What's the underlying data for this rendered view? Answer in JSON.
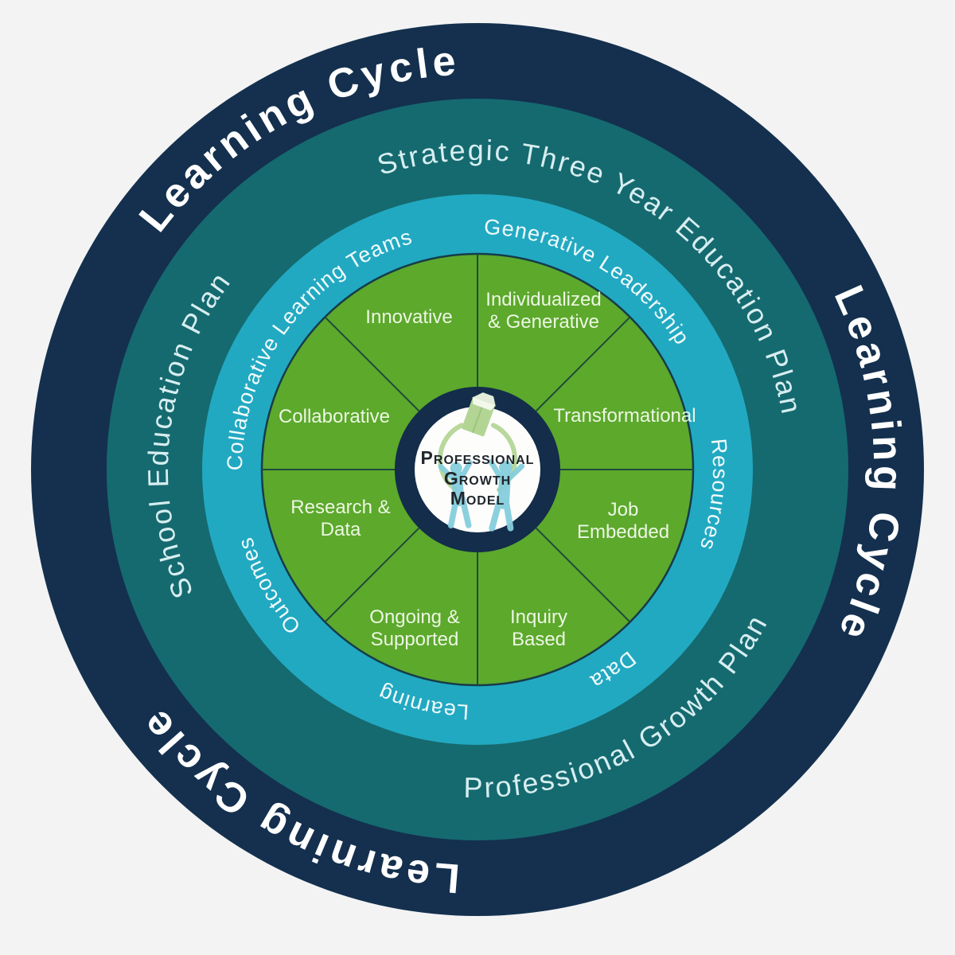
{
  "diagram": {
    "title": "Professional Growth Model",
    "outer_ring": {
      "label": "Learning Cycle",
      "instances": [
        "top-left",
        "right",
        "bottom-left"
      ]
    },
    "plan_ring": {
      "top": "Strategic Three Year Education Plan",
      "left": "School Education Plan",
      "bottom": "Professional Growth Plan"
    },
    "process_ring": {
      "top_left": "Collaborative Learning Teams",
      "top_right": "Generative Leadership",
      "right": "Resources",
      "left": "Outcomes",
      "bottom_left": "Learning",
      "bottom_right": "Data"
    },
    "segments": [
      {
        "line1": "Innovative",
        "line2": ""
      },
      {
        "line1": "Individualized",
        "line2": "& Generative"
      },
      {
        "line1": "Transformational",
        "line2": ""
      },
      {
        "line1": "Job",
        "line2": "Embedded"
      },
      {
        "line1": "Inquiry",
        "line2": "Based"
      },
      {
        "line1": "Ongoing &",
        "line2": "Supported"
      },
      {
        "line1": "Research &",
        "line2": "Data"
      },
      {
        "line1": "Collaborative",
        "line2": ""
      }
    ],
    "center": {
      "line1": "Professional",
      "line2": "Growth",
      "line3": "Model"
    }
  },
  "colors": {
    "background": "#f3f3f4",
    "outer_ring_navy": "#14304e",
    "plan_ring_teal": "#156a6f",
    "process_ring_cyan": "#22a9c2",
    "segments_green": "#5ca92c",
    "segment_divider": "#1f4a3c",
    "green_outline": "#153c4a",
    "center_border_navy": "#132d4a",
    "center_fill_white": "#fdfdfc",
    "figure_light_blue": "#85cedd",
    "cycle_arrow_pale_green": "#b8d89c",
    "ring_text_white": "#ffffff",
    "segment_text_light": "#edf6e3",
    "center_text_dark": "#20262b"
  }
}
